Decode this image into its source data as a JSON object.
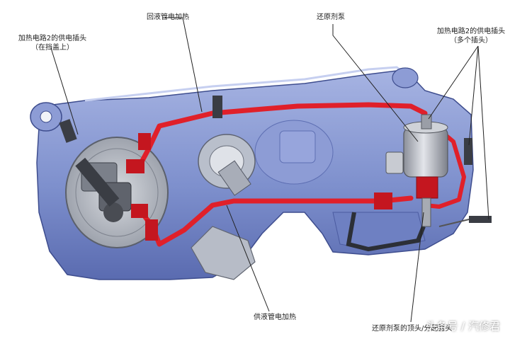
{
  "labels": {
    "heater2_left_line1": "加热电路2的供电插头",
    "heater2_left_line2": "（在挡盖上）",
    "return_line_heater": "回液管电加热",
    "reductant_pump": "还原剂泵",
    "heater2_right_line1": "加热电路2的供电插头",
    "heater2_right_line2": "（多个插头）",
    "supply_line_heater": "供液管电加热",
    "pump_top_bottom": "还原剂泵的顶头/分配器头"
  },
  "watermark": "头条号 / 汽修君",
  "colors": {
    "tank": "#7f92cf",
    "tank_dark": "#4a5a9c",
    "heater_line": "#e0202a",
    "pump_body": "#b8bcc6",
    "leader": "#222222"
  }
}
